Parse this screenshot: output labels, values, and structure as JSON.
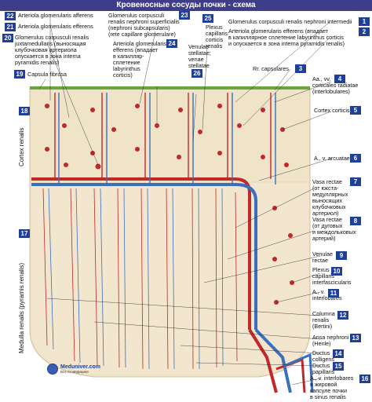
{
  "title": "Кровеносные сосуды почки - схема",
  "labels": [
    {
      "n": "22",
      "text": "Arteriola glomerularis afferens"
    },
    {
      "n": "21",
      "text": "Arteriola glomerularis efferens"
    },
    {
      "n": "20",
      "text": "Glomerulus corpusculi renalis\njuxtamedullaris (выносящая\nклубочковая артериола\nопускается в зона interna\npyramidis renalis)"
    },
    {
      "n": "19",
      "text": "Capsula fibrosa"
    },
    {
      "n": "23",
      "text": "Glomerulus corpusculi\nrenalis nephroni superficialis\n(nephroni subcapsularis)\n(rete capillare glomerulare)"
    },
    {
      "n": "24",
      "text": "Arteriola glomerularis\nefferens (впадает\nв капилляр-\nсплетение\nlabyrinthus\ncorticis)"
    },
    {
      "n": "25",
      "text": "Plexus\ncapillaris\ncorticis\nrenalis"
    },
    {
      "n": "26",
      "text": "Venulae\nstellatae;\nvenae\nstellatae"
    },
    {
      "n": "1",
      "text": "Glomerulus corpusculi renalis nephroni intermedii"
    },
    {
      "n": "2",
      "text": "Arteriola glomerularis efferens (впадает\nв капиллярное сплетение labyrinthus corticis\nи опускается в зона interna pyramidis renalis)"
    },
    {
      "n": "3",
      "text": "Rr. capsulares"
    },
    {
      "n": "4",
      "text": "Aa., vv.\ncorticales radiatae\n(interlobulares)"
    },
    {
      "n": "5",
      "text": "Cortex corticis"
    },
    {
      "n": "6",
      "text": "A., v. arcuatae"
    },
    {
      "n": "7",
      "text": "Vasa rectae\n(от юкста-\nмедуллярных\nвыносящих\nклубочковых\nартериол)"
    },
    {
      "n": "8",
      "text": "Vasa rectae\n(от дуговых\nи междольковых\nартерий)"
    },
    {
      "n": "9",
      "text": "Venulae\nrectae"
    },
    {
      "n": "10",
      "text": "Plexus\ncapillaris\ninterfascicularis"
    },
    {
      "n": "11",
      "text": "A., v.\ninterlobares"
    },
    {
      "n": "12",
      "text": "Columna\nrenalis\n(Bertini)"
    },
    {
      "n": "13",
      "text": "Ansa nephroni\n(Henle)"
    },
    {
      "n": "14",
      "text": "Ductus\ncolligens"
    },
    {
      "n": "15",
      "text": "Ductus\npapillaris"
    },
    {
      "n": "16",
      "text": "A., v. interlobares\nв жировой\nкапсуле почки\nв sinus renalis"
    },
    {
      "n": "17",
      "text": "Medulla renalis (pyramis renalis)"
    },
    {
      "n": "18",
      "text": "Cortex renalis"
    }
  ],
  "logo": {
    "name": "Meduniver.com",
    "sub": "Все по медицине"
  },
  "colors": {
    "artery": "#c0282a",
    "vein": "#3a6fc0",
    "tissue": "#efe3c8",
    "capsule": "#6aa63e",
    "badge": "#1f3f99"
  }
}
